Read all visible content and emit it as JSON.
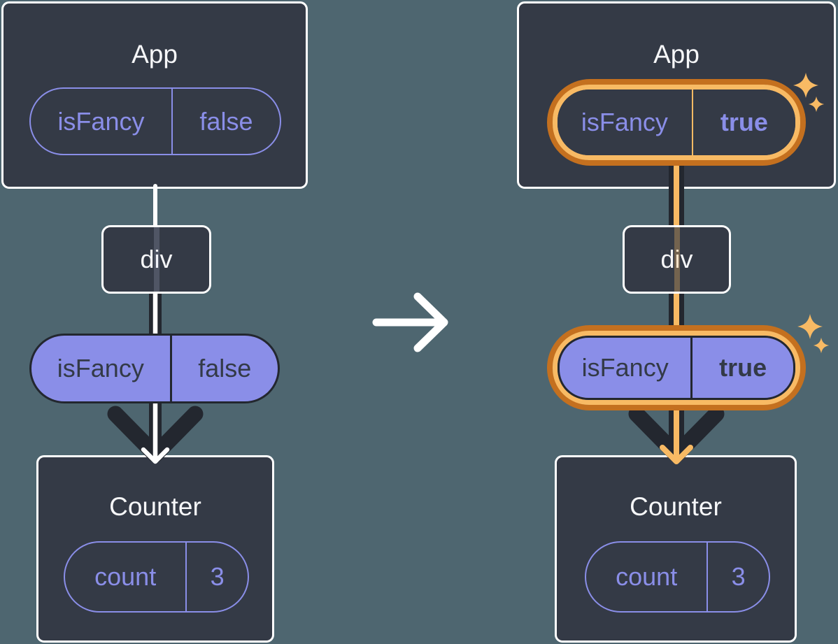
{
  "diagram_title": "React prop flow before and after isFancy state change",
  "colors": {
    "background": "#4E6670",
    "component_box_fill": "#343A46",
    "component_box_border": "#FFFFFF",
    "purple_accent": "#8A8EE8",
    "dark_arrow": "#23272F",
    "highlight_ring_outer": "#C4701F",
    "highlight_ring_inner": "#F8BA64"
  },
  "icons": {
    "transition_arrow": "right-arrow",
    "sparkles": "four-point-stars",
    "flow_arrow": "downward-arrow"
  },
  "before": {
    "app": {
      "title": "App",
      "prop_name": "isFancy",
      "prop_value": "false"
    },
    "div": {
      "label": "div"
    },
    "flow_pill": {
      "prop_name": "isFancy",
      "prop_value": "false"
    },
    "counter": {
      "title": "Counter",
      "state_name": "count",
      "state_value": "3"
    }
  },
  "after": {
    "app": {
      "title": "App",
      "prop_name": "isFancy",
      "prop_value": "true"
    },
    "div": {
      "label": "div"
    },
    "flow_pill": {
      "prop_name": "isFancy",
      "prop_value": "true"
    },
    "counter": {
      "title": "Counter",
      "state_name": "count",
      "state_value": "3"
    }
  }
}
